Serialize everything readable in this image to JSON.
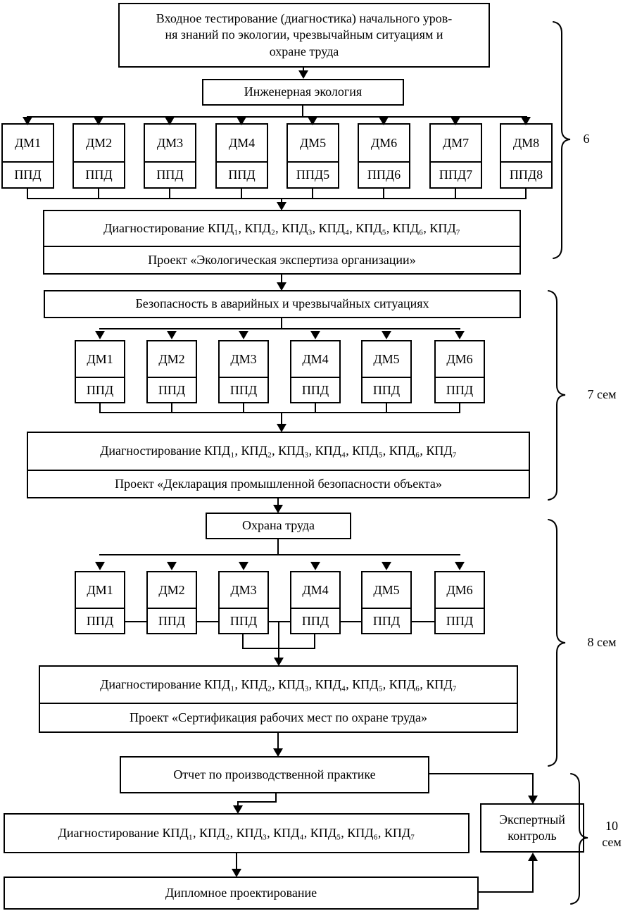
{
  "boxes": {
    "entry_test": "Входное тестирование (диагностика) начального уров-\nня знаний по экологии, чрезвычайным ситуациям и\nохране труда",
    "engineering_ecology": "Инженерная экология",
    "emergency_safety": "Безопасность в аварийных и чрезвычайных ситуациях",
    "labor_protection": "Охрана труда",
    "diagnostics_kpd": "Диагностирование КПД₁, КПД₂, КПД₃, КПД₄, КПД₅, КПД₆, КПД₇",
    "project_ecology": "Проект «Экологическая экспертиза организации»",
    "project_declaration": "Проект «Декларация промышленной безопасности объекта»",
    "project_certification": "Проект «Сертификация рабочих мест по охране труда»",
    "practice_report": "Отчет по производственной практике",
    "expert_control": "Экспертный\nконтроль",
    "diploma_design": "Дипломное проектирование"
  },
  "semesters": {
    "sem6": "6",
    "sem7": "7 сем",
    "sem8": "8 сем",
    "sem10": "10\nсем"
  },
  "rows": {
    "row1": [
      {
        "dm": "ДМ1",
        "ppd": "ППД"
      },
      {
        "dm": "ДМ2",
        "ppd": "ППД"
      },
      {
        "dm": "ДМ3",
        "ppd": "ППД"
      },
      {
        "dm": "ДМ4",
        "ppd": "ППД"
      },
      {
        "dm": "ДМ5",
        "ppd": "ППД5"
      },
      {
        "dm": "ДМ6",
        "ppd": "ППД6"
      },
      {
        "dm": "ДМ7",
        "ppd": "ППД7"
      },
      {
        "dm": "ДМ8",
        "ppd": "ППД8"
      }
    ],
    "row2": [
      {
        "dm": "ДМ1",
        "ppd": "ППД"
      },
      {
        "dm": "ДМ2",
        "ppd": "ППД"
      },
      {
        "dm": "ДМ3",
        "ppd": "ППД"
      },
      {
        "dm": "ДМ4",
        "ppd": "ППД"
      },
      {
        "dm": "ДМ5",
        "ppd": "ППД"
      },
      {
        "dm": "ДМ6",
        "ppd": "ППД"
      }
    ],
    "row3": [
      {
        "dm": "ДМ1",
        "ppd": "ППД"
      },
      {
        "dm": "ДМ2",
        "ppd": "ППД"
      },
      {
        "dm": "ДМ3",
        "ppd": "ППД"
      },
      {
        "dm": "ДМ4",
        "ppd": "ППД"
      },
      {
        "dm": "ДМ5",
        "ppd": "ППД"
      },
      {
        "dm": "ДМ6",
        "ppd": "ППД"
      }
    ]
  },
  "colors": {
    "line": "#000000",
    "background": "#ffffff"
  }
}
